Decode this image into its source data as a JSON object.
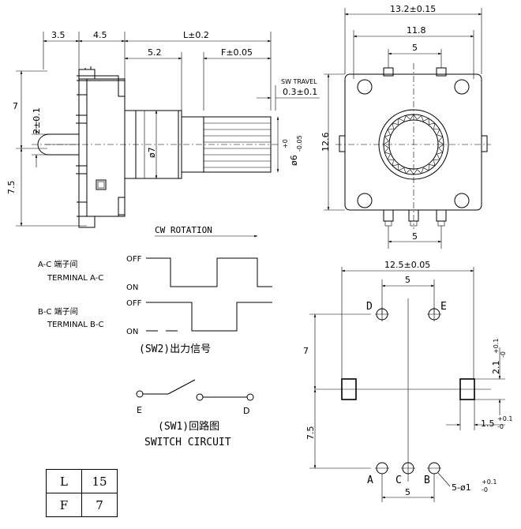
{
  "side_view": {
    "dim_3_5": "3.5",
    "dim_4_5": "4.5",
    "dim_L": "L±0.2",
    "dim_5_2": "5.2",
    "dim_F": "F±0.05",
    "sw_travel_label": "SW TRAVEL",
    "sw_travel_value": "0.3±0.1",
    "dim_7": "7",
    "dim_2": "2±0.1",
    "dim_7_5": "7.5",
    "dia_7": "ø7",
    "dia_6": "ø6",
    "dia_6_tol_up": "+0",
    "dia_6_tol_dn": "-0.05"
  },
  "front_view": {
    "dim_width": "13.2±0.15",
    "dim_11_8": "11.8",
    "dim_top_5": "5",
    "dim_height": "12.6",
    "dim_bottom_5": "5"
  },
  "timing": {
    "rotation_label": "CW  ROTATION",
    "ac_line1": "A-C 端子间",
    "ac_line2": "TERMINAL  A-C",
    "bc_line1": "B-C 端子间",
    "bc_line2": "TERMINAL  B-C",
    "off": "OFF",
    "on": "ON",
    "sw2_caption": "(SW2)出力信号"
  },
  "switch": {
    "label_e": "E",
    "label_d": "D",
    "caption1": "(SW1)回路图",
    "caption2": "SWITCH CIRCUIT"
  },
  "pcb_view": {
    "dim_width": "12.5±0.05",
    "dim_top_5": "5",
    "label_d": "D",
    "label_e": "E",
    "dim_7": "7",
    "dim_2_1": "2.1",
    "dim_2_1_up": "+0.1",
    "dim_2_1_dn": "-0",
    "dim_7_5": "7.5",
    "dim_1_5": "1.5",
    "dim_1_5_up": "+0.1",
    "dim_1_5_dn": "-0",
    "label_a": "A",
    "label_c": "C",
    "label_b": "B",
    "hole_spec": "5-ø1",
    "hole_up": "+0.1",
    "hole_dn": "-0",
    "dim_bottom_5": "5"
  },
  "spec_table": {
    "rows": [
      {
        "key": "L",
        "value": "15"
      },
      {
        "key": "F",
        "value": "7"
      }
    ]
  }
}
